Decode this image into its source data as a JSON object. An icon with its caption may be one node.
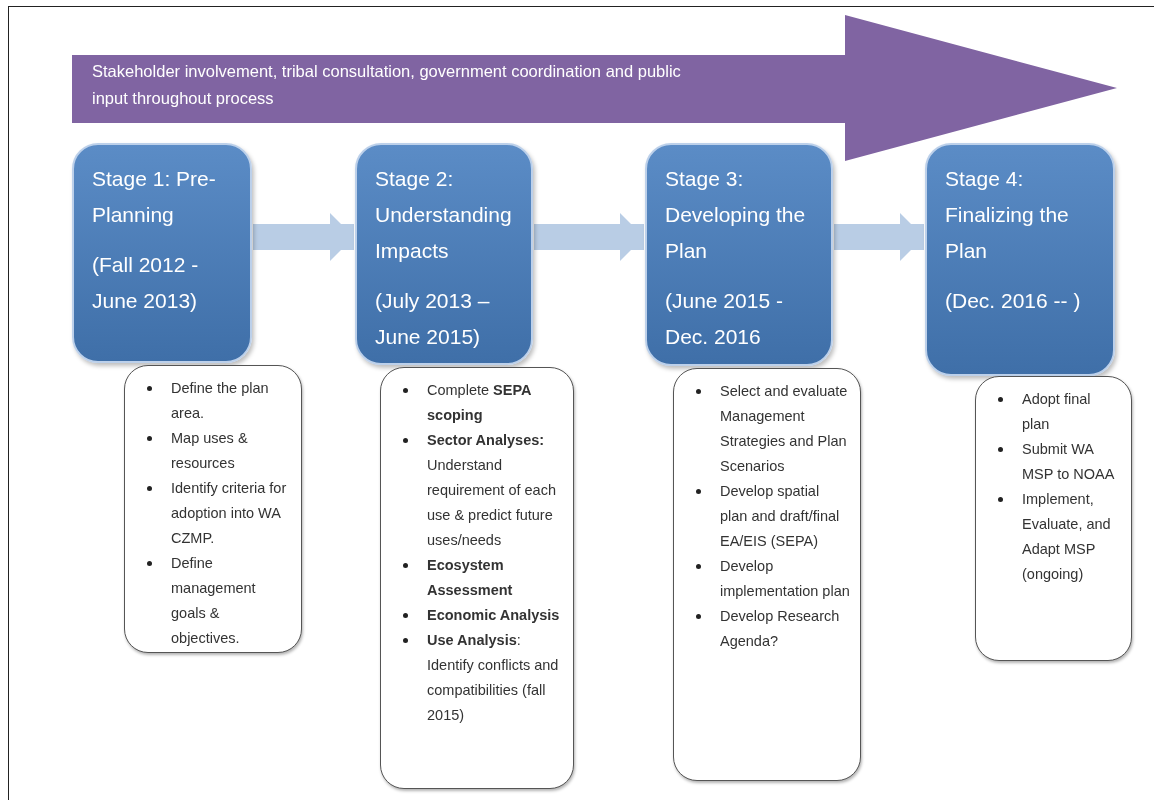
{
  "diagram": {
    "nodes": [
      {
        "text": [
          "Stakeholder involvement, tribal consultation, government coordination and public input throughout process"
        ]
      },
      {
        "text": [
          "Stage 1: Pre-Planning",
          "(Fall 2012 - June 2013)"
        ]
      },
      {
        "text": [
          "Define the plan area.",
          "Map uses & resources",
          "Identify criteria for adoption into WA CZMP.",
          "Define management goals & objectives."
        ]
      },
      {
        "text": [
          "Stage 2: Understanding Impacts",
          "(July 2013 – June 2015)"
        ]
      },
      {
        "text": [
          "Complete **SEPA scoping**",
          "**Sector Analyses:** Understand requirement of each use & predict future uses/needs",
          "**Ecosystem Assessment**",
          "**Economic Analysis**",
          "**Use Analysis**: Identify conflicts and compatibilities (fall 2015)"
        ]
      },
      {
        "text": [
          "Stage 3: Developing the Plan",
          "(June 2015 - Dec. 2016"
        ]
      },
      {
        "text": [
          "Select and evaluate Management Strategies and Plan Scenarios",
          "Develop spatial plan and draft/final EA/EIS (SEPA)",
          "Develop implementation plan",
          "Develop Research Agenda?"
        ]
      },
      {
        "text": [
          "Stage 4: Finalizing the Plan",
          "(Dec. 2016 -- )"
        ]
      },
      {
        "text": [
          "Adopt final plan",
          "Submit WA MSP to NOAA",
          "Implement, Evaluate, and Adapt MSP (ongoing)"
        ]
      }
    ],
    "edges": [
      {
        "from": 1,
        "to": 3,
        "arrow": "to"
      },
      {
        "from": 3,
        "to": 5,
        "arrow": "to"
      },
      {
        "from": 5,
        "to": 7,
        "arrow": "to"
      }
    ]
  }
}
